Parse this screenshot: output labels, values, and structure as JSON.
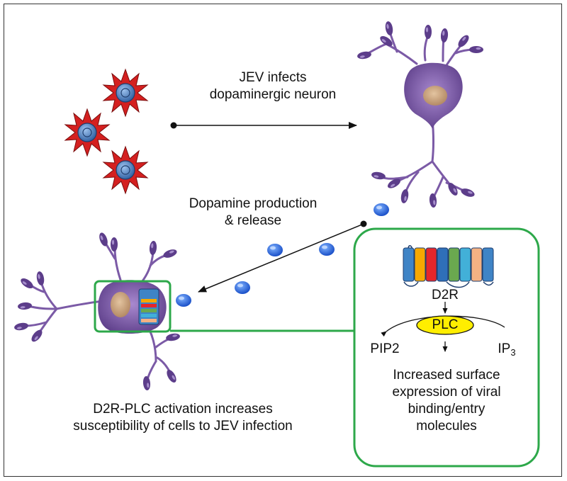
{
  "labels": {
    "jev_infects_line1": "JEV infects",
    "jev_infects_line2": "dopaminergic neuron",
    "dopamine_line1": "Dopamine production",
    "dopamine_line2": "& release",
    "receptor": "D2R",
    "enzyme": "PLC",
    "substrate": "PIP2",
    "product": "IP",
    "product_subscript": "3",
    "outcome_line1": "Increased surface",
    "outcome_line2": "expression of viral",
    "outcome_line3": "binding/entry",
    "outcome_line4": "molecules",
    "conclusion_line1": "D2R-PLC activation increases",
    "conclusion_line2": "susceptibility of  cells to JEV infection"
  },
  "colors": {
    "virus_spike": "#d42020",
    "virus_core": "#3f6fb0",
    "neuron_body": "#7b5aa6",
    "nucleus": "#c9a07a",
    "dopamine": "#1e5fe0",
    "inset_border": "#2da84a",
    "plc_fill": "#ffee00",
    "receptor_helices": [
      "#3f84c6",
      "#f6a800",
      "#e5262a",
      "#2f6fb8",
      "#6aa84f",
      "#42b0d8",
      "#f4b183",
      "#3f84c6"
    ]
  },
  "icons": [
    "virus-icon",
    "neuron-icon",
    "dopamine-molecule-icon",
    "receptor-icon"
  ]
}
